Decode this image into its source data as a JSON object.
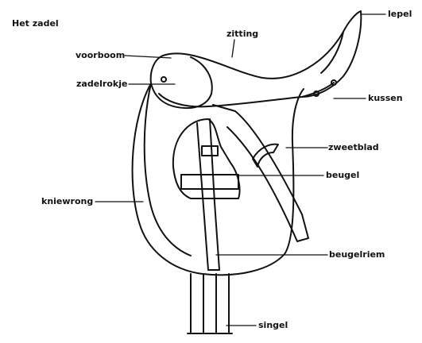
{
  "title": "Het zadel",
  "labels": {
    "lepel": "lepel",
    "zitting": "zitting",
    "voorboom": "voorboom",
    "zadelrokje": "zadelrokje",
    "kussen": "kussen",
    "zweetblad": "zweetblad",
    "beugel": "beugel",
    "kniewrong": "kniewrong",
    "beugelriem": "beugelriem",
    "singel": "singel"
  },
  "colors": {
    "ink": "#111111",
    "background": "#ffffff"
  }
}
